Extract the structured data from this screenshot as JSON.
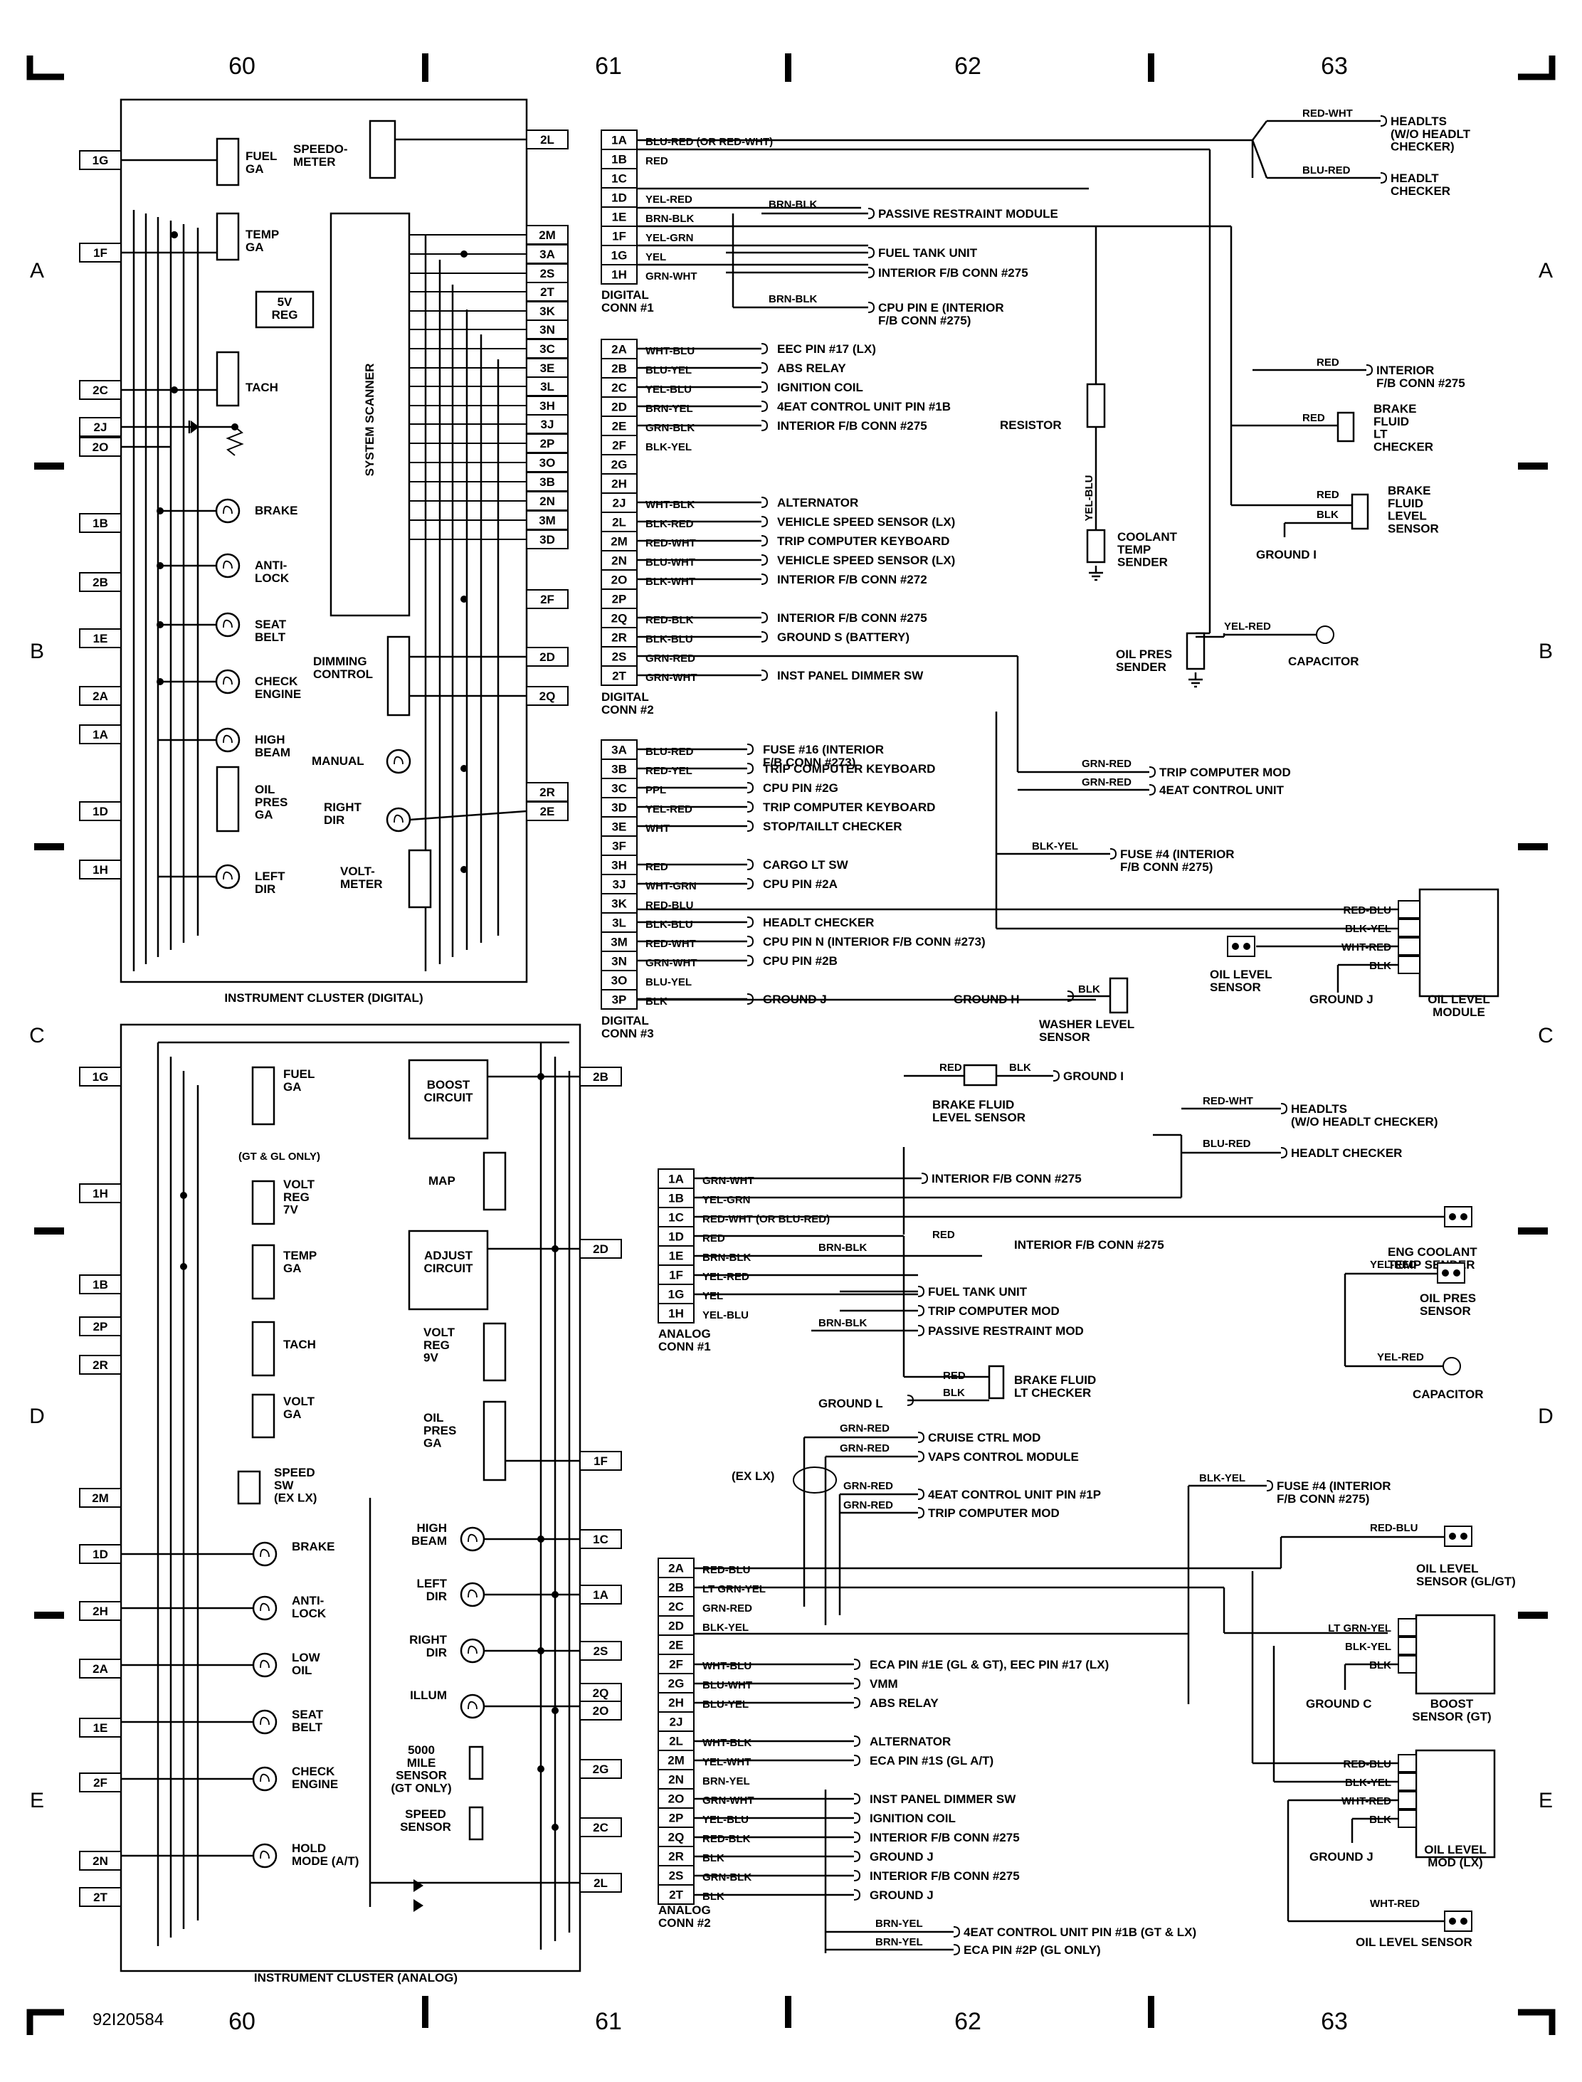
{
  "grid": {
    "columns": [
      "60",
      "61",
      "62",
      "63"
    ],
    "rows": [
      "A",
      "B",
      "C",
      "D",
      "E"
    ],
    "figure_id": "92I20584"
  },
  "digital_cluster": {
    "title": "INSTRUMENT CLUSTER (DIGITAL)",
    "left_pins": [
      "1G",
      "1F",
      "2C",
      "2J",
      "2O",
      "1B",
      "2B",
      "1E",
      "2A",
      "1A",
      "1D",
      "1H"
    ],
    "right_pins": [
      "2L",
      "2M",
      "3A",
      "2S",
      "2T",
      "3K",
      "3N",
      "3C",
      "3E",
      "3L",
      "3H",
      "3J",
      "2P",
      "3O",
      "3B",
      "2N",
      "3M",
      "3D",
      "2F",
      "2D",
      "2Q",
      "2R",
      "2E"
    ],
    "components": {
      "fuel": "FUEL\nGA",
      "speedo": "SPEEDO-\nMETER",
      "temp": "TEMP\nGA",
      "reg": "5V\nREG",
      "tach": "TACH",
      "scanner": "SYSTEM SCANNER",
      "brake": "BRAKE",
      "antilock": "ANTI-\nLOCK",
      "seatbelt": "SEAT\nBELT",
      "check": "CHECK\nENGINE",
      "high": "HIGH\nBEAM",
      "oil": "OIL\nPRES\nGA",
      "left": "LEFT\nDIR",
      "dimming": "DIMMING\nCONTROL",
      "manual": "MANUAL",
      "right": "RIGHT\nDIR",
      "volt": "VOLT-\nMETER"
    }
  },
  "analog_cluster": {
    "title": "INSTRUMENT CLUSTER (ANALOG)",
    "note": "(GT & GL ONLY)",
    "left_pins": [
      "1G",
      "1H",
      "1B",
      "2P",
      "2R",
      "2M",
      "1D",
      "2H",
      "2A",
      "1E",
      "2F",
      "2N",
      "2T"
    ],
    "right_pins": [
      "2B",
      "2D",
      "1F",
      "1C",
      "1A",
      "2S",
      "2Q",
      "2O",
      "2G",
      "2C",
      "2L"
    ],
    "components": {
      "fuel": "FUEL\nGA",
      "voltreg7": "VOLT\nREG\n7V",
      "temp": "TEMP\nGA",
      "tach": "TACH",
      "voltga": "VOLT\nGA",
      "speedsw": "SPEED\nSW\n(EX LX)",
      "brake": "BRAKE",
      "antilock": "ANTI-\nLOCK",
      "lowoil": "LOW\nOIL",
      "seatbelt": "SEAT\nBELT",
      "check": "CHECK\nENGINE",
      "hold": "HOLD\nMODE (A/T)",
      "boost": "BOOST\nCIRCUIT",
      "map": "MAP",
      "adjust": "ADJUST\nCIRCUIT",
      "voltreg9": "VOLT\nREG\n9V",
      "oilpres": "OIL\nPRES\nGA",
      "highbeam": "HIGH\nBEAM",
      "leftdir": "LEFT\nDIR",
      "rightdir": "RIGHT\nDIR",
      "illum": "ILLUM",
      "s5000": "5000\nMILE\nSENSOR\n(GT ONLY)",
      "speedsensor": "SPEED\nSENSOR"
    }
  },
  "digital_conn1": {
    "label": "DIGITAL\nCONN #1",
    "pins": [
      "1A",
      "1B",
      "1C",
      "1D",
      "1E",
      "1F",
      "1G",
      "1H"
    ],
    "wires": [
      "BLU-RED (OR RED-WHT)",
      "RED",
      "",
      "YEL-RED",
      "BRN-BLK",
      "YEL-GRN",
      "YEL",
      "GRN-WHT"
    ],
    "dest": {
      "passive": "PASSIVE RESTRAINT MODULE",
      "fuel": "FUEL TANK UNIT",
      "interior275": "INTERIOR F/B CONN #275",
      "cpu": "CPU PIN E (INTERIOR\nF/B CONN #275)",
      "brnblk": "BRN-BLK",
      "brnblk2": "BRN-BLK"
    }
  },
  "digital_conn2": {
    "label": "DIGITAL\nCONN #2",
    "pins": [
      "2A",
      "2B",
      "2C",
      "2D",
      "2E",
      "2F",
      "2G",
      "2H",
      "2J",
      "2L",
      "2M",
      "2N",
      "2O",
      "2P",
      "2Q",
      "2R",
      "2S",
      "2T"
    ],
    "wires": [
      "WHT-BLU",
      "BLU-YEL",
      "YEL-BLU",
      "BRN-YEL",
      "GRN-BLK",
      "BLK-YEL",
      "",
      "",
      "WHT-BLK",
      "BLK-RED",
      "RED-WHT",
      "BLU-WHT",
      "BLK-WHT",
      "",
      "RED-BLK",
      "BLK-BLU",
      "GRN-RED",
      "GRN-WHT"
    ],
    "dest": [
      "EEC PIN #17 (LX)",
      "ABS RELAY",
      "IGNITION COIL",
      "4EAT CONTROL UNIT PIN #1B",
      "INTERIOR F/B CONN #275",
      "",
      "",
      "",
      "ALTERNATOR",
      "VEHICLE SPEED SENSOR (LX)",
      "TRIP COMPUTER KEYBOARD",
      "VEHICLE SPEED SENSOR (LX)",
      "INTERIOR F/B CONN #272",
      "",
      "INTERIOR F/B CONN #275",
      "GROUND S (BATTERY)",
      "",
      "INST PANEL DIMMER SW"
    ]
  },
  "digital_conn3": {
    "label": "DIGITAL\nCONN #3",
    "pins": [
      "3A",
      "3B",
      "3C",
      "3D",
      "3E",
      "3F",
      "3H",
      "3J",
      "3K",
      "3L",
      "3M",
      "3N",
      "3O",
      "3P"
    ],
    "wires": [
      "BLU-RED",
      "RED-YEL",
      "PPL",
      "YEL-RED",
      "WHT",
      "",
      "RED",
      "WHT-GRN",
      "RED-BLU",
      "BLK-BLU",
      "RED-WHT",
      "GRN-WHT",
      "BLU-YEL",
      "BLK"
    ],
    "dest": [
      "FUSE #16 (INTERIOR\nF/B CONN #273)",
      "TRIP COMPUTER KEYBOARD",
      "CPU PIN #2G",
      "TRIP COMPUTER KEYBOARD",
      "STOP/TAILLT CHECKER",
      "",
      "CARGO LT SW",
      "CPU PIN #2A",
      "",
      "HEADLT CHECKER",
      "CPU PIN N (INTERIOR F/B CONN #273)",
      "CPU PIN #2B",
      "",
      "GROUND J"
    ]
  },
  "digital_right": {
    "headlts_wire": "RED-WHT",
    "headlts": "HEADLTS\n(W/O HEADLT\nCHECKER)",
    "checker_wire": "BLU-RED",
    "checker": "HEADLT\nCHECKER",
    "interior_wire": "RED",
    "interior": "INTERIOR\nF/B CONN #275",
    "brake_lt_wire": "RED",
    "brake_lt": "BRAKE\nFLUID\nLT\nCHECKER",
    "brake_lvl_red": "RED",
    "brake_lvl_blk": "BLK",
    "brake_lvl": "BRAKE\nFLUID\nLEVEL\nSENSOR",
    "ground_i": "GROUND I",
    "resistor": "RESISTOR",
    "yelblu": "YEL-BLU",
    "coolant": "COOLANT\nTEMP\nSENDER",
    "oilpres": "OIL PRES\nSENDER",
    "yelred": "YEL-RED",
    "capacitor": "CAPACITOR",
    "grnred": "GRN-RED",
    "grnred2": "GRN-RED",
    "tripmod": "TRIP COMPUTER MOD",
    "eat": "4EAT CONTROL UNIT",
    "blkyel": "BLK-YEL",
    "fuse4": "FUSE #4 (INTERIOR\nF/B CONN #275)",
    "mod_wires": [
      "RED-BLU",
      "BLK-YEL",
      "WHT-RED",
      "BLK"
    ],
    "oil_level_sensor": "OIL LEVEL\nSENSOR",
    "ground_j": "GROUND J",
    "oil_level_module": "OIL LEVEL\nMODULE",
    "ground_h": "GROUND H",
    "washer_blk": "BLK",
    "washer": "WASHER LEVEL\nSENSOR"
  },
  "analog_conn1": {
    "label": "ANALOG\nCONN #1",
    "pins": [
      "1A",
      "1B",
      "1C",
      "1D",
      "1E",
      "1F",
      "1G",
      "1H"
    ],
    "wires": [
      "GRN-WHT",
      "YEL-GRN",
      "RED-WHT (OR BLU-RED)",
      "RED",
      "BRN-BLK",
      "YEL-RED",
      "YEL",
      "YEL-BLU"
    ],
    "dest": {
      "interior275": "INTERIOR F/B CONN #275",
      "interior275b": "INTERIOR F/B CONN #275",
      "fuel": "FUEL TANK UNIT",
      "trip": "TRIP COMPUTER MOD",
      "passive": "PASSIVE RESTRAINT MOD",
      "red": "RED",
      "brnblk": "BRN-BLK",
      "brnblk2": "BRN-BLK"
    }
  },
  "analog_conn2": {
    "label": "ANALOG\nCONN #2",
    "pins": [
      "2A",
      "2B",
      "2C",
      "2D",
      "2E",
      "2F",
      "2G",
      "2H",
      "2J",
      "2L",
      "2M",
      "2N",
      "2O",
      "2P",
      "2Q",
      "2R",
      "2S",
      "2T"
    ],
    "wires": [
      "RED-BLU",
      "LT GRN-YEL",
      "GRN-RED",
      "BLK-YEL",
      "",
      "WHT-BLU",
      "BLU-WHT",
      "BLU-YEL",
      "",
      "WHT-BLK",
      "YEL-WHT",
      "BRN-YEL",
      "GRN-WHT",
      "YEL-BLU",
      "RED-BLK",
      "BLK",
      "GRN-BLK",
      "BLK"
    ],
    "dest": [
      "",
      "",
      "",
      "",
      "",
      "ECA PIN #1E (GL & GT), EEC PIN #17 (LX)",
      "VMM",
      "ABS RELAY",
      "",
      "ALTERNATOR",
      "ECA PIN #1S (GL A/T)",
      "",
      "INST PANEL DIMMER SW",
      "IGNITION COIL",
      "INTERIOR F/B CONN #275",
      "GROUND J",
      "INTERIOR F/B CONN #275",
      "GROUND J"
    ]
  },
  "analog_right": {
    "brake_red": "RED",
    "brake_blk": "BLK",
    "ground_i": "GROUND I",
    "brake_lvl": "BRAKE FLUID\nLEVEL SENSOR",
    "headlts_wire": "RED-WHT",
    "headlts": "HEADLTS\n(W/O HEADLT CHECKER)",
    "checker_wire": "BLU-RED",
    "checker": "HEADLT CHECKER",
    "interior": "INTERIOR F/B CONN #275",
    "eng_coolant": "ENG COOLANT\nTEMP SENDER",
    "yelred": "YEL-RED",
    "oilpres": "OIL PRES\nSENSOR",
    "yelred2": "YEL-RED",
    "capacitor": "CAPACITOR",
    "brake_lt_red": "RED",
    "brake_lt_blk": "BLK",
    "ground_l": "GROUND L",
    "brake_lt": "BRAKE FLUID\nLT CHECKER",
    "ex_lx": "(EX LX)",
    "grnred1": "GRN-RED",
    "grnred2": "GRN-RED",
    "cruise": "CRUISE CTRL MOD",
    "vaps": "VAPS CONTROL MODULE",
    "grnred3": "GRN-RED",
    "grnred4": "GRN-RED",
    "eat1p": "4EAT CONTROL UNIT PIN #1P",
    "tripmod": "TRIP COMPUTER MOD",
    "blkyel": "BLK-YEL",
    "fuse4": "FUSE #4 (INTERIOR\nF/B CONN #275)",
    "redblu": "RED-BLU",
    "oil_gl": "OIL LEVEL\nSENSOR (GL/GT)",
    "boost_wires": [
      "LT GRN-YEL",
      "BLK-YEL",
      "BLK"
    ],
    "ground_c": "GROUND C",
    "boost": "BOOST\nSENSOR (GT)",
    "mod_wires": [
      "RED-BLU",
      "BLK-YEL",
      "WHT-RED",
      "BLK"
    ],
    "ground_j": "GROUND J",
    "oil_mod": "OIL LEVEL\nMOD (LX)",
    "whtred": "WHT-RED",
    "oil_sensor": "OIL LEVEL SENSOR",
    "brnyel1": "BRN-YEL",
    "brnyel2": "BRN-YEL",
    "eat1b": "4EAT CONTROL UNIT PIN #1B (GT & LX)",
    "eca2p": "ECA PIN #2P (GL ONLY)"
  }
}
